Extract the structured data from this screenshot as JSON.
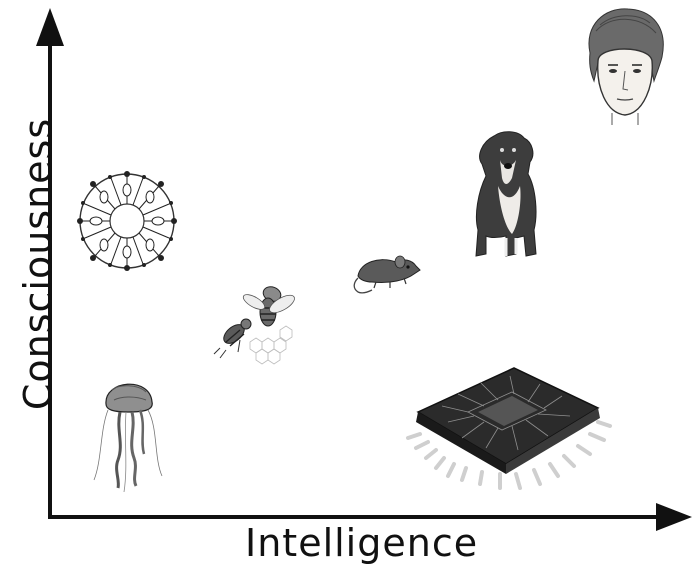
{
  "axes": {
    "x_label": "Intelligence",
    "y_label": "Consciousness"
  },
  "items": [
    {
      "name": "jellyfish",
      "icon": "jellyfish-icon"
    },
    {
      "name": "neuron-organoid",
      "icon": "organoid-icon"
    },
    {
      "name": "bees",
      "icon": "bee-icon"
    },
    {
      "name": "mouse",
      "icon": "mouse-icon"
    },
    {
      "name": "dog",
      "icon": "dog-icon"
    },
    {
      "name": "human",
      "icon": "human-face-icon"
    },
    {
      "name": "microchip",
      "icon": "microchip-icon"
    }
  ],
  "colors": {
    "axis": "#111111",
    "ink": "#2a2a2a",
    "shade": "#555555"
  }
}
